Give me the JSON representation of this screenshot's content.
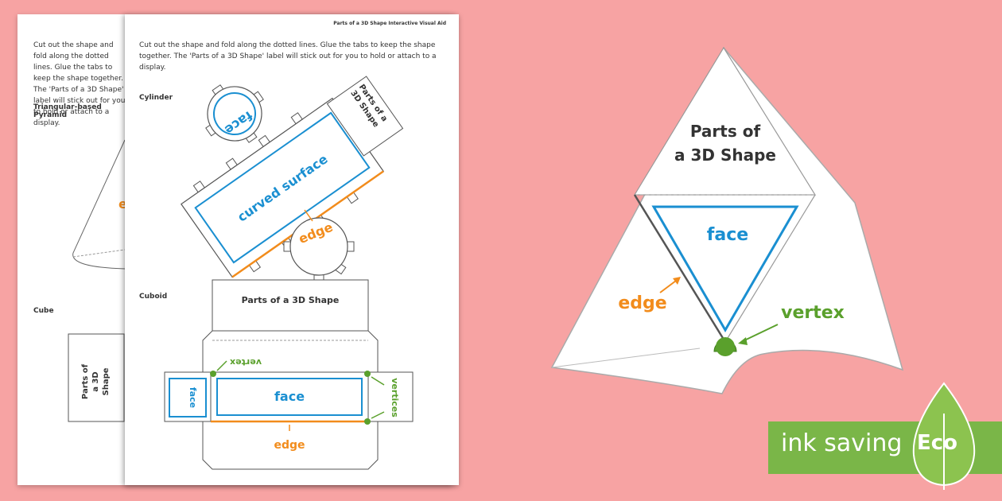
{
  "back_sheet": {
    "instructions": "Cut out the shape and fold along the dotted lines. Glue the tabs to keep the shape together. The 'Parts of a 3D Shape' label will stick out for you to hold or attach to a display.",
    "section_pyramid": "Triangular-based Pyramid",
    "section_cube": "Cube",
    "cube_label": "Parts of a 3D Shape"
  },
  "front_sheet": {
    "header": "Parts of a 3D Shape Interactive Visual Aid",
    "instructions": "Cut out the shape and fold along the dotted lines. Glue the tabs to keep the shape together. The 'Parts of a 3D Shape' label will stick out for you to hold or attach to a display.",
    "section_cylinder": "Cylinder",
    "section_cuboid": "Cuboid",
    "cylinder": {
      "face": "face",
      "curved_surface": "curved surface",
      "edge": "edge",
      "tag": "Parts of a 3D Shape"
    },
    "cuboid": {
      "title": "Parts of a 3D Shape",
      "vertex": "vertex",
      "vertices": "vertices",
      "face_main": "face",
      "face_side": "face",
      "edge": "edge"
    }
  },
  "pyramid_model": {
    "title_line1": "Parts of",
    "title_line2": "a 3D Shape",
    "face": "face",
    "edge": "edge",
    "vertex": "vertex"
  },
  "eco": {
    "label": "ink saving",
    "badge": "Eco"
  },
  "colors": {
    "background": "#f7a3a3",
    "face_blue": "#1a8fd1",
    "edge_orange": "#f28c1c",
    "vertex_green": "#5aa02c",
    "eco_green": "#7ab648"
  }
}
